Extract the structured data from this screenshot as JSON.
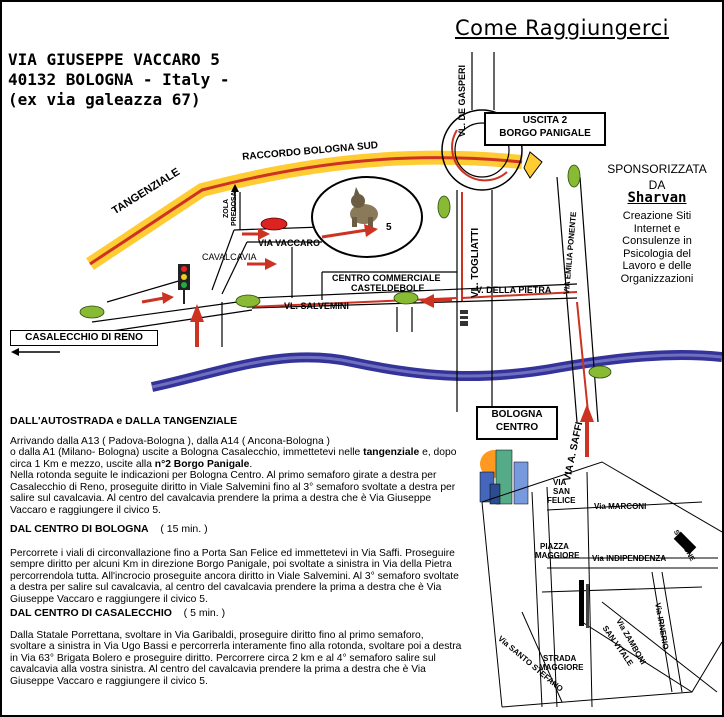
{
  "header": {
    "title": "Come Raggiungerci",
    "address_line1": "VIA GIUSEPPE VACCARO 5",
    "address_line2": "40132 BOLOGNA - Italy -",
    "address_line3": "(ex via galeazza 67)"
  },
  "map": {
    "labels": {
      "tangenziale": "TANGENZIALE",
      "raccordo": "RACCORDO BOLOGNA SUD",
      "de_gasperi": "VL. DE GASPERI",
      "uscita_line1": "USCITA 2",
      "uscita_line2": "BORGO PANIGALE",
      "zola": "ZOLA",
      "predosa": "PREDOSA",
      "cavalcavia": "CAVALCAVIA",
      "via_vaccaro": "VIA VACCARO",
      "civic": "5",
      "togliatti": "VL. TOGLIATTI",
      "emilia_ponente": "VIA EMILIA PONENTE",
      "centro_comm_line1": "CENTRO COMMERCIALE",
      "centro_comm_line2": "CASTELDEBOLE",
      "della_pietra": "V. DELLA PIETRA",
      "salvemini": "VL. SALVEMINI",
      "casalecchio": "CASALECCHIO DI RENO",
      "bologna_centro_line1": "BOLOGNA",
      "bologna_centro_line2": "CENTRO",
      "saffi": "VIA A. SAFFI"
    },
    "colors": {
      "river": "#333399",
      "road_yellow": "#ffcc33",
      "road_red": "#cc3322",
      "car_green": "#88bb33",
      "car_red": "#dd2222",
      "arrow_red": "#cc3322"
    }
  },
  "sponsor": {
    "line1": "SPONSORIZZATA",
    "line2": "DA",
    "name": "Sharvan",
    "desc1": "Creazione Siti",
    "desc2": "Internet e",
    "desc3": "Consulenze in",
    "desc4": "Psicologia del",
    "desc5": "Lavoro e delle",
    "desc6": "Organizzazioni"
  },
  "directions": {
    "s1_title": "DALL'AUTOSTRADA  e  DALLA TANGENZIALE",
    "s1_p1": "Arrivando dalla A13 ( Padova-Bologna ), dalla A14 ( Ancona-Bologna )",
    "s1_p2a": "o dalla A1 (Milano- Bologna)  uscite a Bologna Casalecchio, immettetevi nelle ",
    "s1_p2b": "tangenziale",
    "s1_p2c": " e, dopo circa 1 Km e mezzo, uscite alla ",
    "s1_p2d": "n°2 Borgo Panigale",
    "s1_p2e": ".",
    "s1_p3": "Nella rotonda seguite le indicazioni per Bologna Centro. Al primo semaforo girate a destra per Casalecchio di Reno, proseguite diritto in Viale Salvemini fino al 3° semaforo svoltate a destra per salire sul cavalcavia. Al centro del cavalcavia prendere la prima a destra che è Via Giuseppe Vaccaro e raggiungere il civico 5.",
    "s2_title": "DAL CENTRO DI BOLOGNA",
    "s2_time": "( 15 min. )",
    "s2_p": "Percorrete i viali di circonvallazione fino a Porta San Felice ed immettetevi in Via Saffi. Proseguire sempre diritto per alcuni Km in direzione Borgo Panigale, poi svoltate a sinistra in Via della Pietra percorrendola tutta. All'incrocio proseguite ancora diritto in Viale Salvemini. Al 3° semaforo svoltate a destra per salire sul cavalcavia, al centro del cavalcavia prendere la prima a destra che è Via Giuseppe Vaccaro e raggiungere il civico 5.",
    "s3_title": "DAL CENTRO DI CASALECCHIO",
    "s3_time": "( 5 min. )",
    "s3_p": "Dalla Statale Porrettana, svoltare in Via Garibaldi, proseguire diritto fino al primo semaforo, svoltare a sinistra in Via Ugo Bassi e percorrerla interamente fino alla rotonda, svoltare poi a destra in Via 63° Brigata Bolero e proseguire diritto. Percorrere circa 2 km e al 4° semaforo salire sul cavalcavia alla vostra sinistra. Al centro del cavalcavia prendere la prima a destra che è Via Giuseppe Vaccaro e raggiungere il civico 5."
  },
  "city_map": {
    "san_felice_1": "VIA",
    "san_felice_2": "SAN",
    "san_felice_3": "FELICE",
    "marconi": "Via MARCONI",
    "stazione": "STAZIONE",
    "piazza_1": "PIAZZA",
    "piazza_2": "MAGGIORE",
    "indipendenza": "Via INDIPENDENZA",
    "irnerio": "Via IRNERIO",
    "zamboni": "Via ZAMBONI",
    "santo_stefano": "Via SANTO STEFANO",
    "strada_1": "STRADA",
    "strada_2": "MAGGIORE",
    "san_vitale": "SAN VITALE"
  }
}
